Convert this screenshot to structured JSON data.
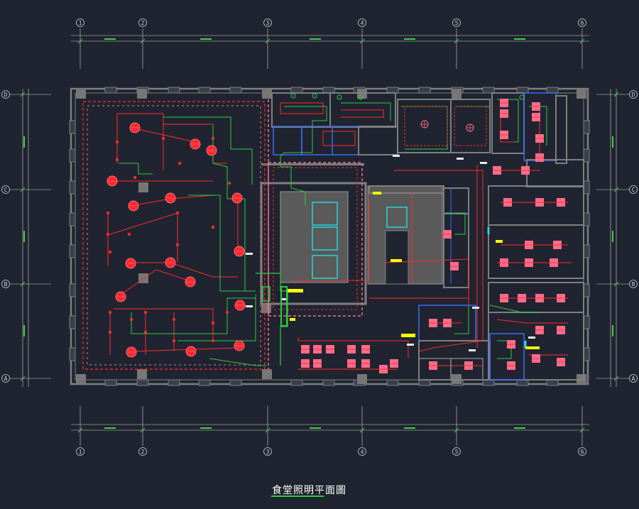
{
  "drawing": {
    "title": "食堂照明平面圖"
  },
  "grid": {
    "columns": [
      "1",
      "2",
      "3",
      "4",
      "5",
      "6"
    ],
    "rows": [
      "D",
      "C",
      "B",
      "A"
    ]
  },
  "colors": {
    "background": "#1f2430",
    "wall": "#7f7f7f",
    "hatch": "#8c8c8c",
    "wiring_red": "#ff2a2a",
    "wiring_green": "#2ecc40",
    "fixture_pink": "#ff6b8a",
    "partition_blue": "#3a6cf0",
    "label_yellow": "#ffff00",
    "axis_line": "#d0d0d0",
    "dimension_green": "#3fd13f",
    "cyan": "#29d3e0"
  }
}
